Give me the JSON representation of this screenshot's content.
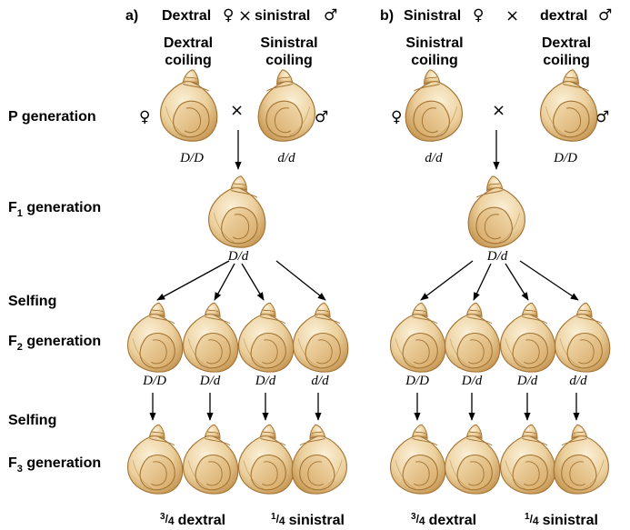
{
  "panel_a": {
    "letter": "a)",
    "cross_left": "Dextral",
    "cross_right": "sinistral",
    "parent_left_label": [
      "Dextral",
      "coiling"
    ],
    "parent_right_label": [
      "Sinistral",
      "coiling"
    ],
    "p_genotypes": [
      "D/D",
      "d/d"
    ],
    "f1_genotype": "D/d",
    "f2_genotypes": [
      "D/D",
      "D/d",
      "D/d",
      "d/d"
    ],
    "p_coils": [
      "dextral",
      "sinistral"
    ],
    "f1_coil": "dextral",
    "f2_coils": [
      "dextral",
      "dextral",
      "dextral",
      "dextral"
    ],
    "f3_coils": [
      "dextral",
      "dextral",
      "dextral",
      "sinistral"
    ],
    "ratio_dextral": "dextral",
    "ratio_sinistral": "sinistral"
  },
  "panel_b": {
    "letter": "b)",
    "cross_left": "Sinistral",
    "cross_right": "dextral",
    "parent_left_label": [
      "Sinistral",
      "coiling"
    ],
    "parent_right_label": [
      "Dextral",
      "coiling"
    ],
    "p_genotypes": [
      "d/d",
      "D/D"
    ],
    "f1_genotype": "D/d",
    "f2_genotypes": [
      "D/D",
      "D/d",
      "D/d",
      "d/d"
    ],
    "p_coils": [
      "sinistral",
      "dextral"
    ],
    "f1_coil": "sinistral",
    "f2_coils": [
      "dextral",
      "dextral",
      "dextral",
      "dextral"
    ],
    "f3_coils": [
      "dextral",
      "dextral",
      "dextral",
      "sinistral"
    ],
    "ratio_dextral": "dextral",
    "ratio_sinistral": "sinistral"
  },
  "rows": {
    "p_generation": "P generation",
    "f1_prefix": "F",
    "f1_sub": "1",
    "f1_suffix": " generation",
    "selfing_1": "Selfing",
    "f2_prefix": "F",
    "f2_sub": "2",
    "f2_suffix": " generation",
    "selfing_2": "Selfing",
    "f3_prefix": "F",
    "f3_sub": "3",
    "f3_suffix": " generation"
  },
  "symbols": {
    "female": "♀",
    "male": "♂",
    "cross": "×",
    "fraction_three_quarters_num": "3",
    "fraction_one_quarter_num": "1",
    "fraction_den": "4"
  },
  "colors": {
    "shell_light": "#f6e3bf",
    "shell_mid": "#e4bf85",
    "shell_dark": "#b48442",
    "outline": "#a37433",
    "arrow": "#000000"
  }
}
